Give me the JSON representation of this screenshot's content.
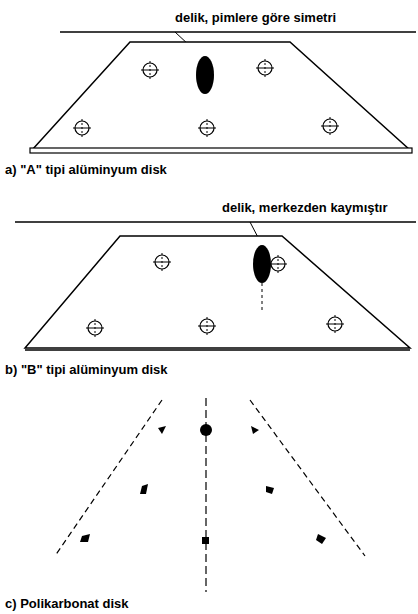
{
  "diagram": {
    "labels": [
      "delik, pimlere göre simetri",
      "a) \"A\" tipi alüminyum disk",
      "delik, merkezden kaymıştır",
      "b) \"B\" tipi alüminyum disk",
      "c) Polikarbonat disk"
    ]
  }
}
